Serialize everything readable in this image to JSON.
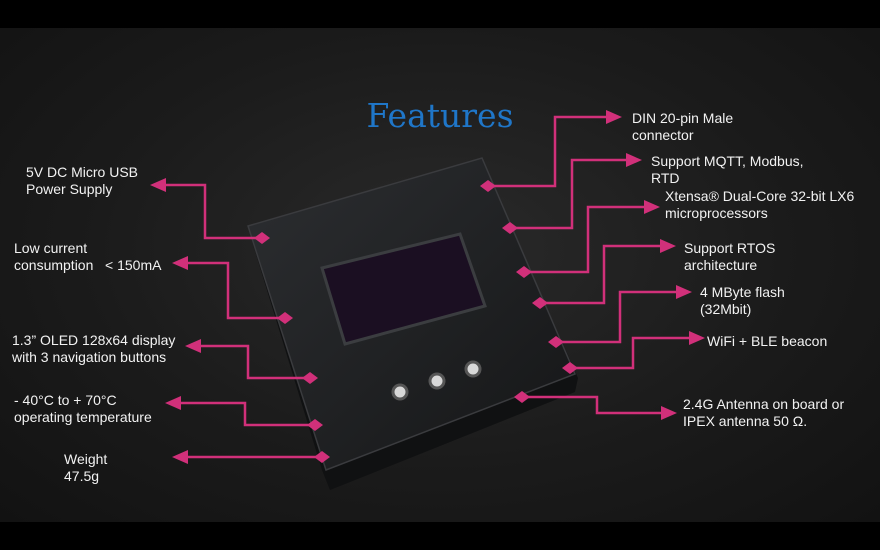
{
  "title": "Features",
  "accent_color": "#d1307a",
  "left_features": [
    {
      "line1": "5V DC Micro USB",
      "line2": "Power Supply"
    },
    {
      "line1": "Low current",
      "line2": "consumption   < 150mA"
    },
    {
      "line1": "1.3” OLED 128x64 display",
      "line2": "with 3 navigation buttons"
    },
    {
      "line1": "- 40°C to + 70°C",
      "line2": "operating temperature"
    },
    {
      "line1": "Weight",
      "line2": "47.5g"
    }
  ],
  "right_features": [
    {
      "line1": "DIN 20-pin Male",
      "line2": "connector"
    },
    {
      "line1": "Support MQTT, Modbus,",
      "line2": "RTD"
    },
    {
      "line1": "Xtensa® Dual-Core 32-bit LX6",
      "line2": "microprocessors"
    },
    {
      "line1": "Support RTOS",
      "line2": "architecture"
    },
    {
      "line1": "4 MByte flash",
      "line2": "(32Mbit)"
    },
    {
      "line1": "WiFi + BLE beacon",
      "line2": ""
    },
    {
      "line1": "2.4G Antenna on board or",
      "line2": "IPEX antenna 50 Ω."
    }
  ]
}
